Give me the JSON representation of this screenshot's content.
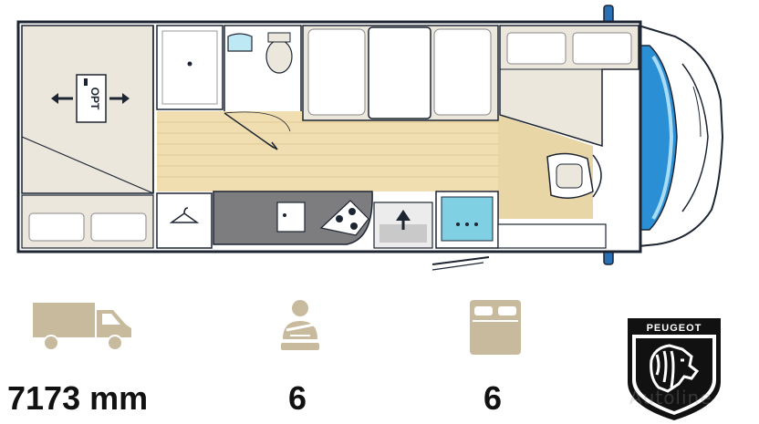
{
  "floorplan": {
    "opt_label": "OPT",
    "colors": {
      "outline": "#1d2533",
      "floor_wood": "#f1deb0",
      "furniture_beige": "#ece7dc",
      "counter_grey": "#7d7d7f",
      "fridge_blue": "#7fd0e3",
      "windshield_blue": "#2a8fd4"
    }
  },
  "specs": {
    "length": {
      "icon": "van-icon",
      "value": "7173 mm"
    },
    "seats": {
      "icon": "seatbelt-icon",
      "value": "6"
    },
    "berths": {
      "icon": "bed-icon",
      "value": "6"
    }
  },
  "brand": {
    "name": "PEUGEOT",
    "logo_icon": "peugeot-lion-shield-icon",
    "watermark": "Autoline"
  },
  "colors": {
    "icon_beige": "#c8bb9d",
    "value_text": "#111111"
  }
}
